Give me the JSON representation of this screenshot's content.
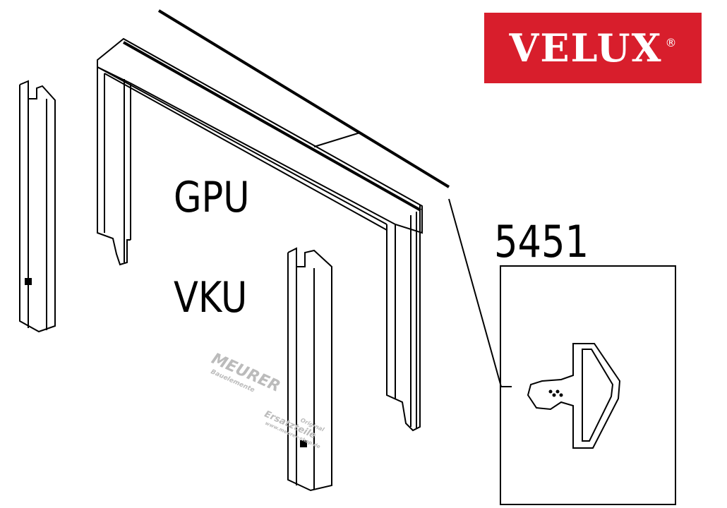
{
  "logo": {
    "brand": "VELUX",
    "registered_mark": "®",
    "color": "#d81e2c"
  },
  "labels": {
    "model_1": "GPU",
    "model_2": "VKU",
    "part_number": "5451"
  },
  "watermark": {
    "name": "MEURER",
    "subtitle": "Bauelemente",
    "ersatzteile": "Ersatzteile",
    "original": "Original",
    "url": "www.meurer-shop.de"
  }
}
